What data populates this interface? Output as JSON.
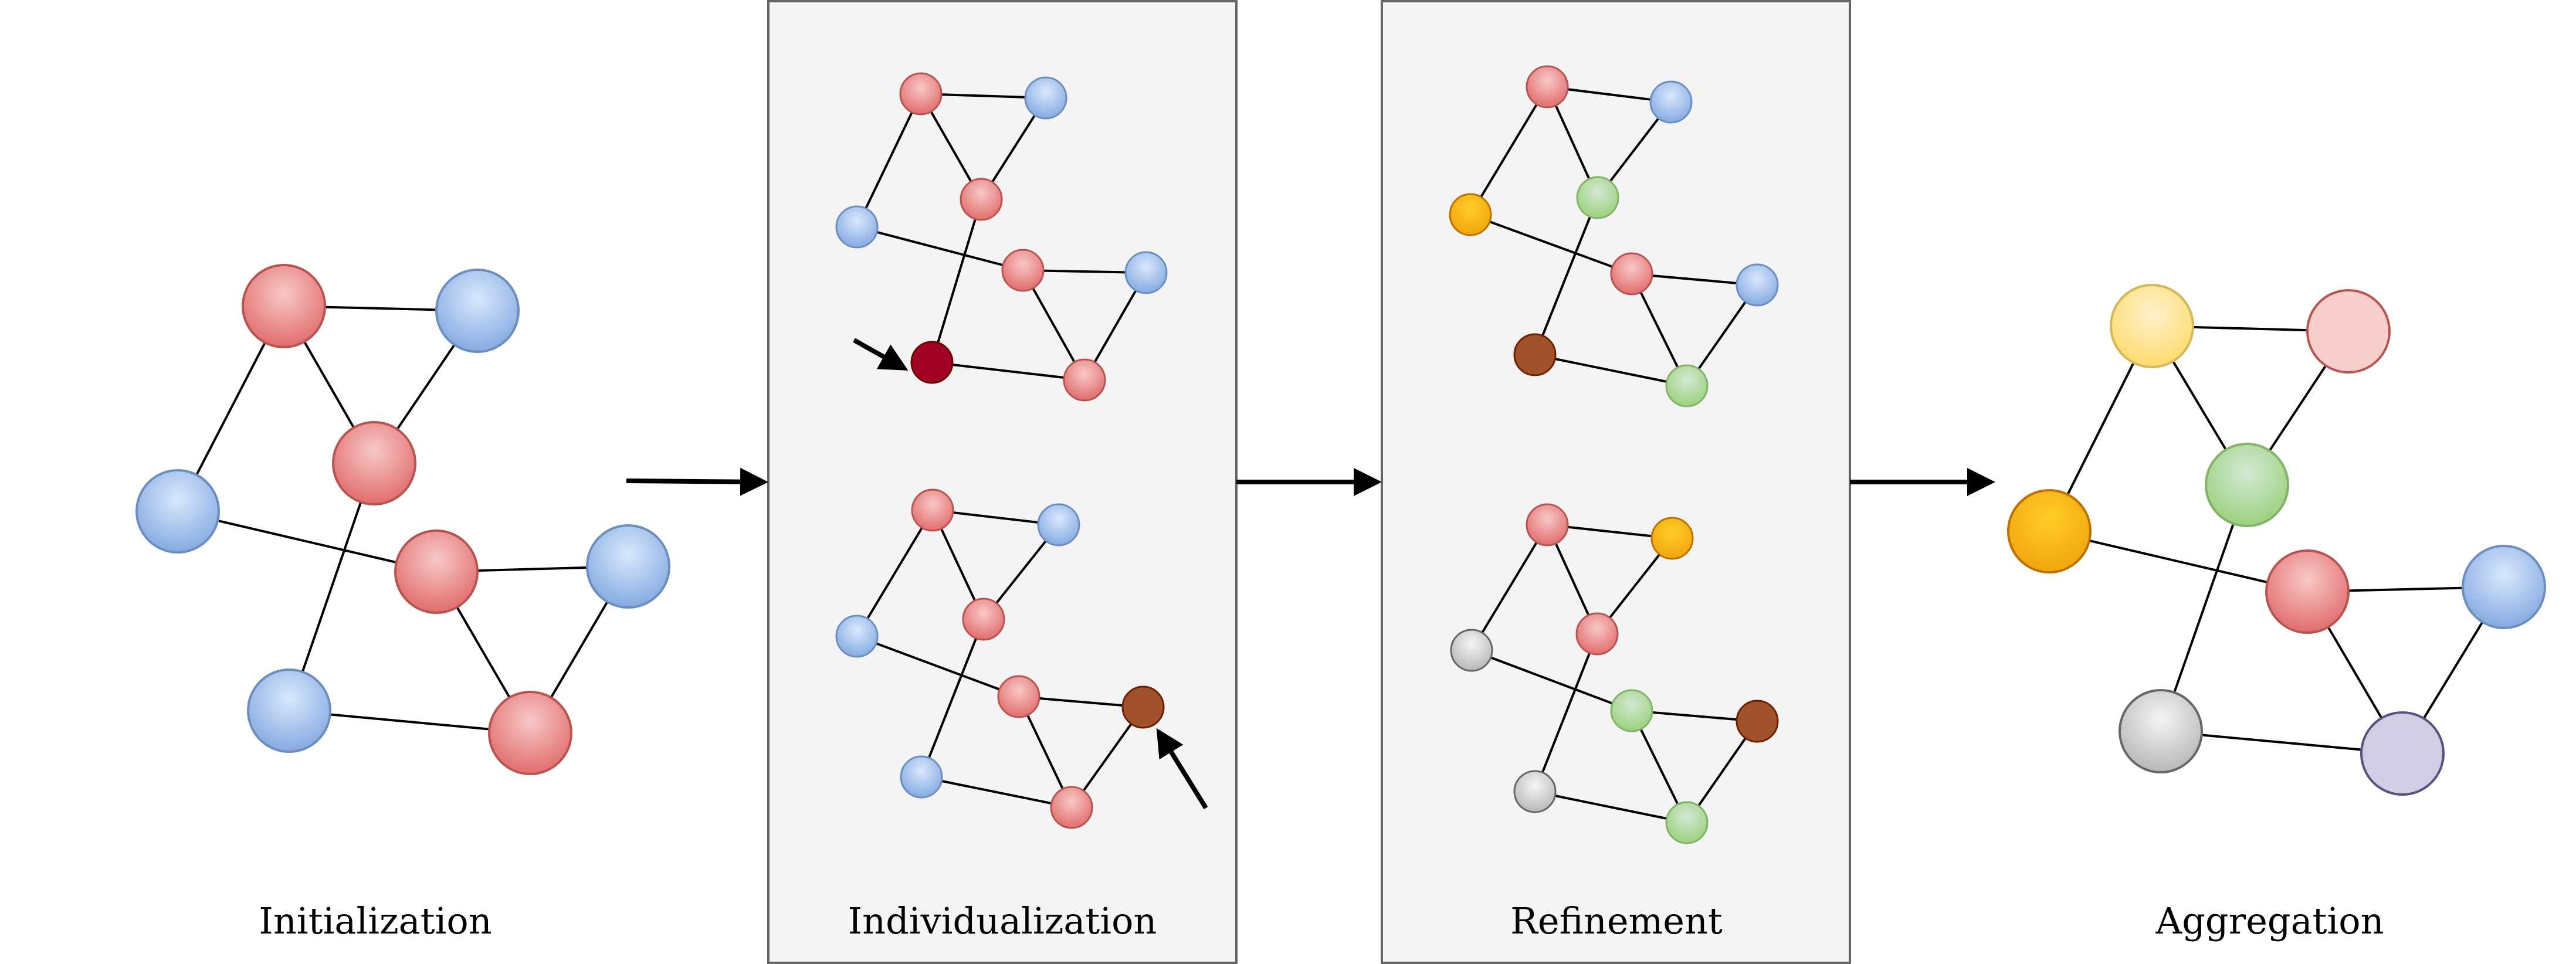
{
  "stages": [
    {
      "label": "Initialization",
      "colors": [
        "red",
        "blue",
        "red",
        "blue",
        "red",
        "blue",
        "blue",
        "red"
      ]
    },
    {
      "label": "Individualization",
      "colors": [
        [
          "red",
          "blue",
          "red",
          "blue",
          "red",
          "blue",
          "crimson",
          "red"
        ],
        [
          "red",
          "blue",
          "red",
          "blue",
          "red",
          "brown",
          "blue",
          "red"
        ]
      ]
    },
    {
      "label": "Refinement",
      "colors": [
        [
          "red",
          "blue",
          "green",
          "orange",
          "red",
          "blue",
          "brown",
          "green"
        ],
        [
          "red",
          "orange",
          "red",
          "gray",
          "green",
          "brown",
          "gray",
          "green"
        ]
      ]
    },
    {
      "label": "Aggregation",
      "colors": [
        "yellow",
        "pink",
        "green",
        "orange",
        "red",
        "blue",
        "gray",
        "lavender"
      ]
    }
  ],
  "palette": {
    "red": {
      "light": "#f8c8c8",
      "dark": "#e06666",
      "stroke": "#b85450"
    },
    "blue": {
      "light": "#dae8fc",
      "dark": "#7ea6e0",
      "stroke": "#6c8ebf"
    },
    "crimson": {
      "light": "#a20025",
      "dark": "#a20025",
      "stroke": "#6f0000"
    },
    "brown": {
      "light": "#a0522d",
      "dark": "#a0522d",
      "stroke": "#6d1f00"
    },
    "green": {
      "light": "#d5e8d4",
      "dark": "#97d077",
      "stroke": "#82b366"
    },
    "orange": {
      "light": "#ffcd28",
      "dark": "#f0a30a",
      "stroke": "#bd7000"
    },
    "gray": {
      "light": "#f5f5f5",
      "dark": "#b3b3b3",
      "stroke": "#666666"
    },
    "yellow": {
      "light": "#fff2cc",
      "dark": "#ffd966",
      "stroke": "#d6b656"
    },
    "pink": {
      "light": "#f8cecc",
      "dark": "#f8cecc",
      "stroke": "#b85450"
    },
    "lavender": {
      "light": "#d0cee2",
      "dark": "#d0cee2",
      "stroke": "#56517e"
    }
  }
}
